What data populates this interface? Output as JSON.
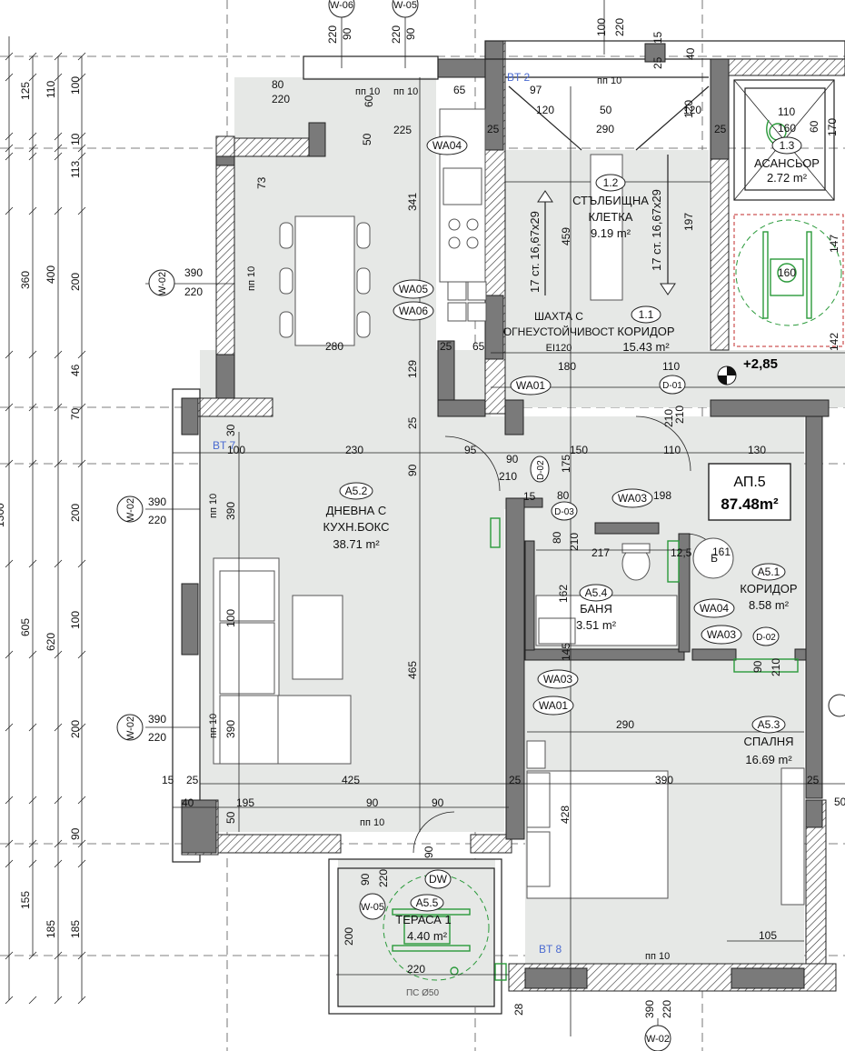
{
  "rooms": [
    {
      "id": "a52",
      "code": "A5.2",
      "name1": "ДНЕВНА С",
      "name2": "КУХН.БОКС",
      "area": "38.71 m²"
    },
    {
      "id": "a54",
      "code": "A5.4",
      "name1": "БАНЯ",
      "name2": "",
      "area": "3.51 m²"
    },
    {
      "id": "a51",
      "code": "A5.1",
      "name1": "КОРИДОР",
      "name2": "",
      "area": "8.58 m²"
    },
    {
      "id": "a53",
      "code": "A5.3",
      "name1": "СПАЛНЯ",
      "name2": "",
      "area": "16.69 m²"
    },
    {
      "id": "a55",
      "code": "A5.5",
      "name1": "ТЕРАСА 1",
      "name2": "",
      "area": "4.40 m²"
    },
    {
      "id": "r12",
      "code": "1.2",
      "name1": "СТЪЛБИЩНА",
      "name2": "КЛЕТКА",
      "area": "9.19 m²"
    },
    {
      "id": "r11",
      "code": "1.1",
      "name1": "КОРИДОР",
      "name2": "",
      "area": "15.43 m²"
    },
    {
      "id": "r13",
      "code": "1.3",
      "name1": "АСАНСЬОР",
      "name2": "",
      "area": "2.72 m²"
    }
  ],
  "apartment": {
    "label": "АП.5",
    "area": "87.48m²"
  },
  "level_mark": "+2,85",
  "shaft": {
    "line1": "ШАХТА С",
    "line2": "ОГНЕУСТОЙЧИВОСТ",
    "line3": "EI120"
  },
  "stairs": {
    "left": "17 ст. 16,67x29",
    "right": "17 ст. 16,67x29"
  },
  "tags": {
    "WA01": "WA01",
    "WA03": "WA03",
    "WA04": "WA04",
    "WA05": "WA05",
    "WA06": "WA06",
    "D01": "D-01",
    "D02": "D-02",
    "D03": "D-03",
    "DW": "DW",
    "W02": "W-02",
    "W05": "W-05",
    "W06": "W-06",
    "Б": "Б"
  },
  "labels": {
    "bt2": "BT 2",
    "bt7": "BT 7",
    "bt8": "BT 8",
    "pc": "ПС Ø50",
    "pp10": "пп 10"
  },
  "dims_left": [
    "125",
    "110",
    "100",
    "113",
    "10",
    "360",
    "400",
    "200",
    "46",
    "70",
    "605",
    "620",
    "200",
    "100",
    "200",
    "90",
    "155",
    "185",
    "185",
    "1300"
  ],
  "dims_misc": [
    "80",
    "220",
    "65",
    "97",
    "120",
    "50",
    "290",
    "25",
    "40",
    "15",
    "225",
    "60",
    "341",
    "73",
    "459",
    "197",
    "147",
    "160",
    "142",
    "110",
    "170",
    "280",
    "129",
    "65",
    "180",
    "110",
    "210",
    "30",
    "100",
    "230",
    "95",
    "90",
    "210",
    "175",
    "150",
    "110",
    "130",
    "198",
    "80",
    "217",
    "12,5",
    "161",
    "162",
    "145",
    "465",
    "290",
    "425",
    "195",
    "390",
    "428",
    "105",
    "220",
    "200",
    "28",
    "230"
  ]
}
